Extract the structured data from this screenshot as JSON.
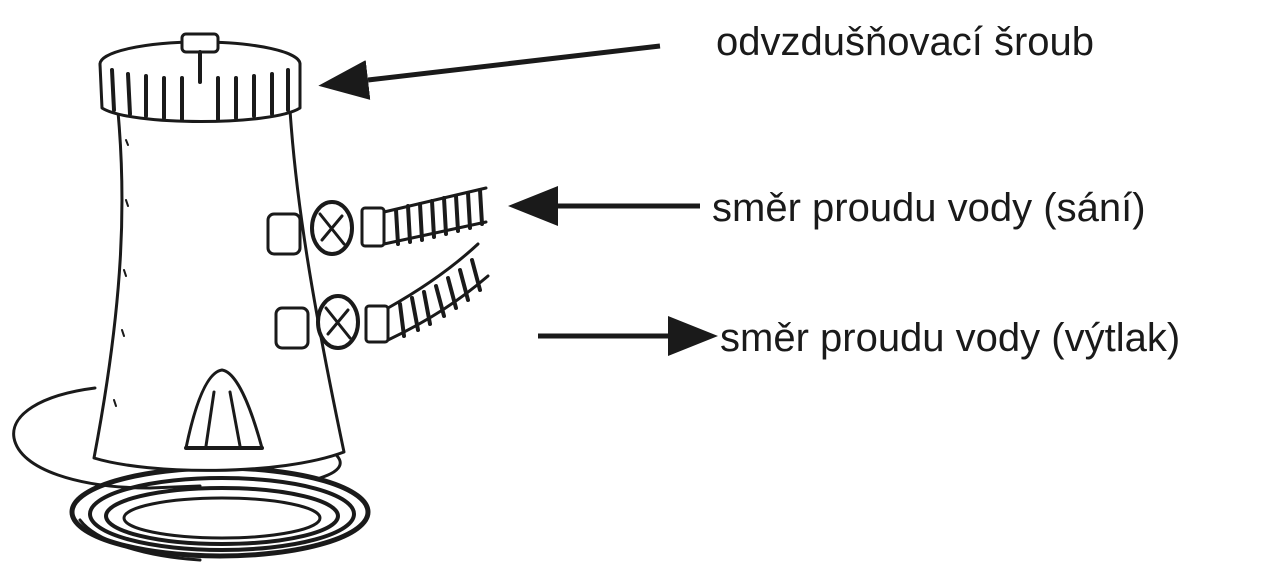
{
  "labels": {
    "vent_screw": "odvzdušňovací šroub",
    "suction": "směr proudu vody (sání)",
    "discharge": "směr proudu vody (výtlak)"
  },
  "colors": {
    "ink": "#1a1a1a",
    "background": "#ffffff"
  }
}
